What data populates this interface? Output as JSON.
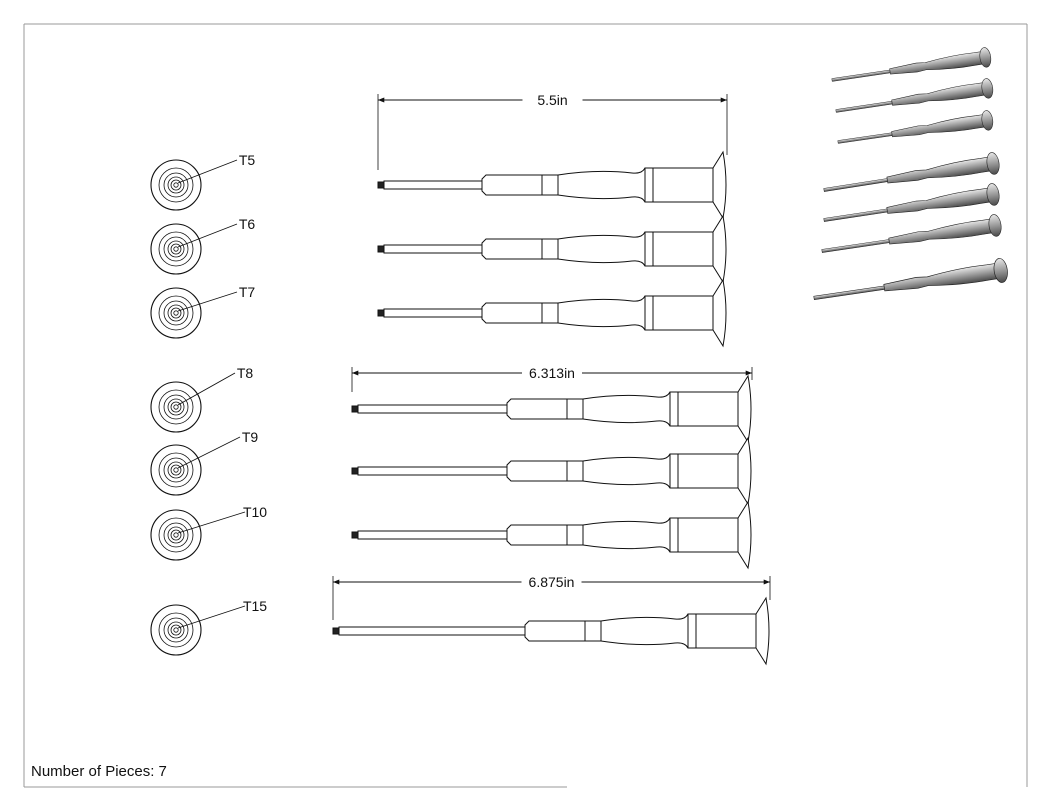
{
  "drawing": {
    "sizes": [
      "T5",
      "T6",
      "T7",
      "T8",
      "T9",
      "T10",
      "T15"
    ],
    "dimensions": [
      "5.5in",
      "6.313in",
      "6.875in"
    ],
    "footer": "Number of Pieces: 7"
  }
}
